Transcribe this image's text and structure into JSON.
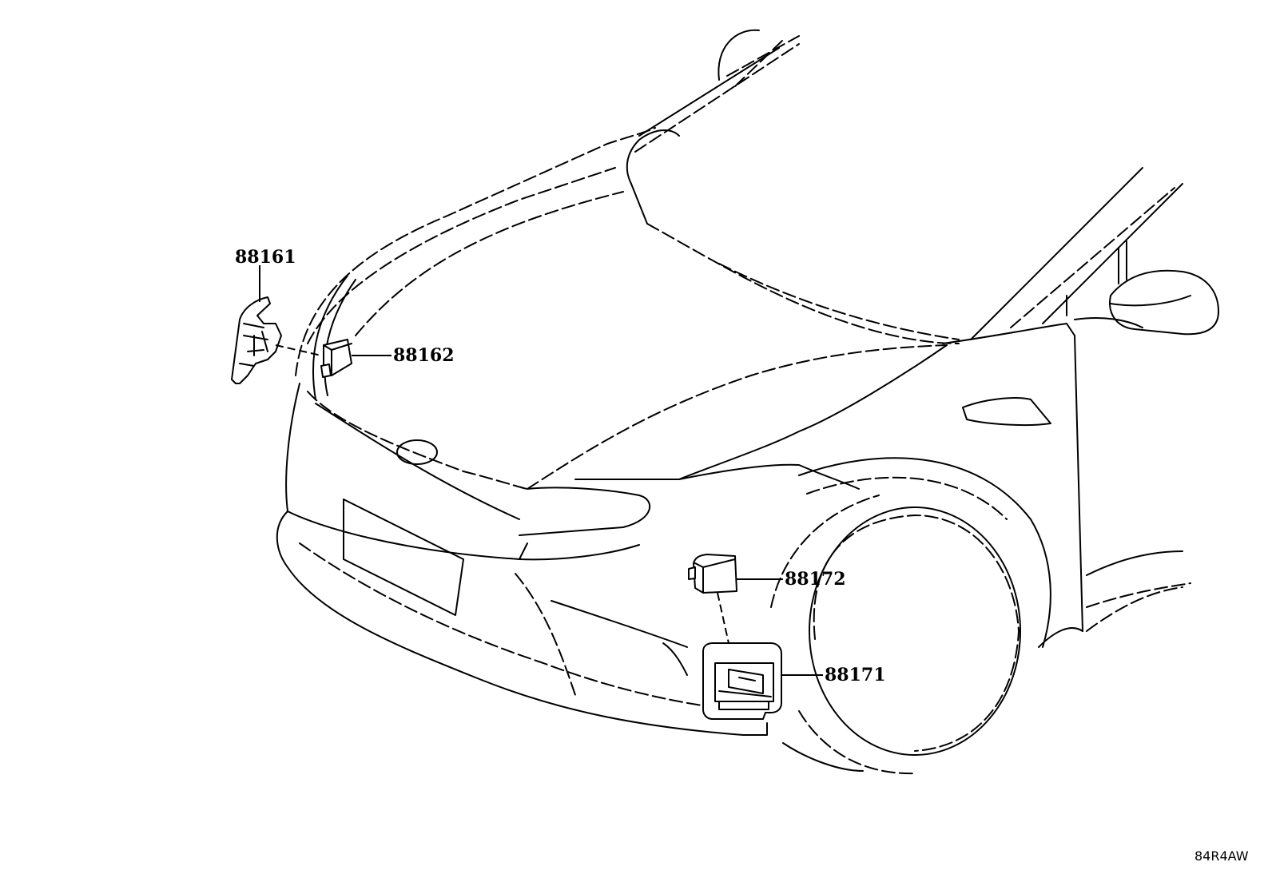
{
  "callouts": {
    "p88161": "88161",
    "p88162": "88162",
    "p88172": "88172",
    "p88171": "88171"
  },
  "diagram_code": "84R4AW"
}
